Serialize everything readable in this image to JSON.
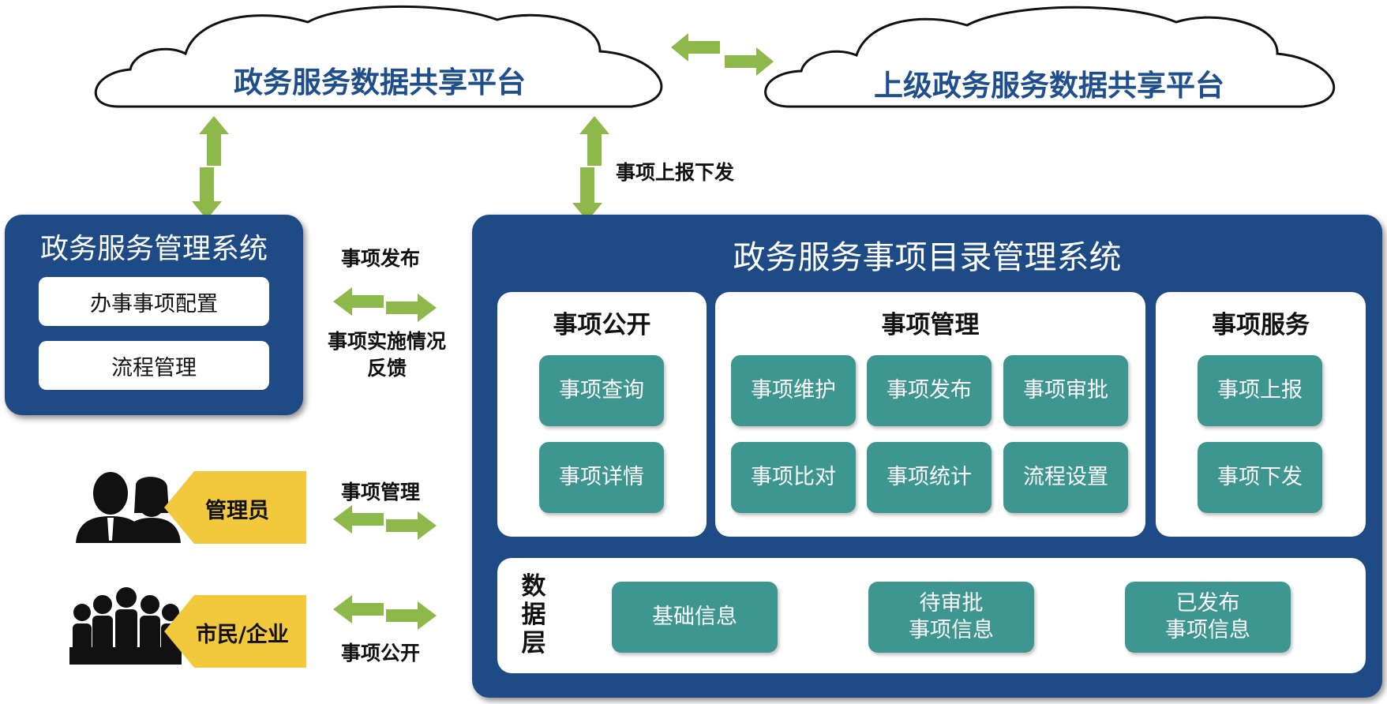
{
  "clouds": {
    "left_title": "政务服务数据共享平台",
    "right_title": "上级政务服务数据共享平台"
  },
  "connectors": {
    "report_issue": "事项上报下发",
    "publish": "事项发布",
    "feedback_line1": "事项实施情况",
    "feedback_line2": "反馈",
    "manage": "事项管理",
    "open": "事项公开"
  },
  "left_system": {
    "title": "政务服务管理系统",
    "items": [
      "办事事项配置",
      "流程管理"
    ]
  },
  "actors": {
    "admin": "管理员",
    "citizen": "市民/企业"
  },
  "main_system": {
    "title": "政务服务事项目录管理系统",
    "sections": [
      {
        "title": "事项公开",
        "items": [
          "事项查询",
          "事项详情"
        ]
      },
      {
        "title": "事项管理",
        "items": [
          "事项维护",
          "事项发布",
          "事项审批",
          "事项比对",
          "事项统计",
          "流程设置"
        ]
      },
      {
        "title": "事项服务",
        "items": [
          "事项上报",
          "事项下发"
        ]
      }
    ],
    "data_layer": {
      "label_chars": [
        "数",
        "据",
        "层"
      ],
      "items": [
        {
          "line1": "基础信息",
          "line2": ""
        },
        {
          "line1": "待审批",
          "line2": "事项信息"
        },
        {
          "line1": "已发布",
          "line2": "事项信息"
        }
      ]
    }
  },
  "colors": {
    "navy": "#1e4a85",
    "teal": "#3e9690",
    "arrow_green": "#8db84a",
    "tag_yellow": "#f2c83c",
    "cloud_title": "#1f4e8c"
  }
}
